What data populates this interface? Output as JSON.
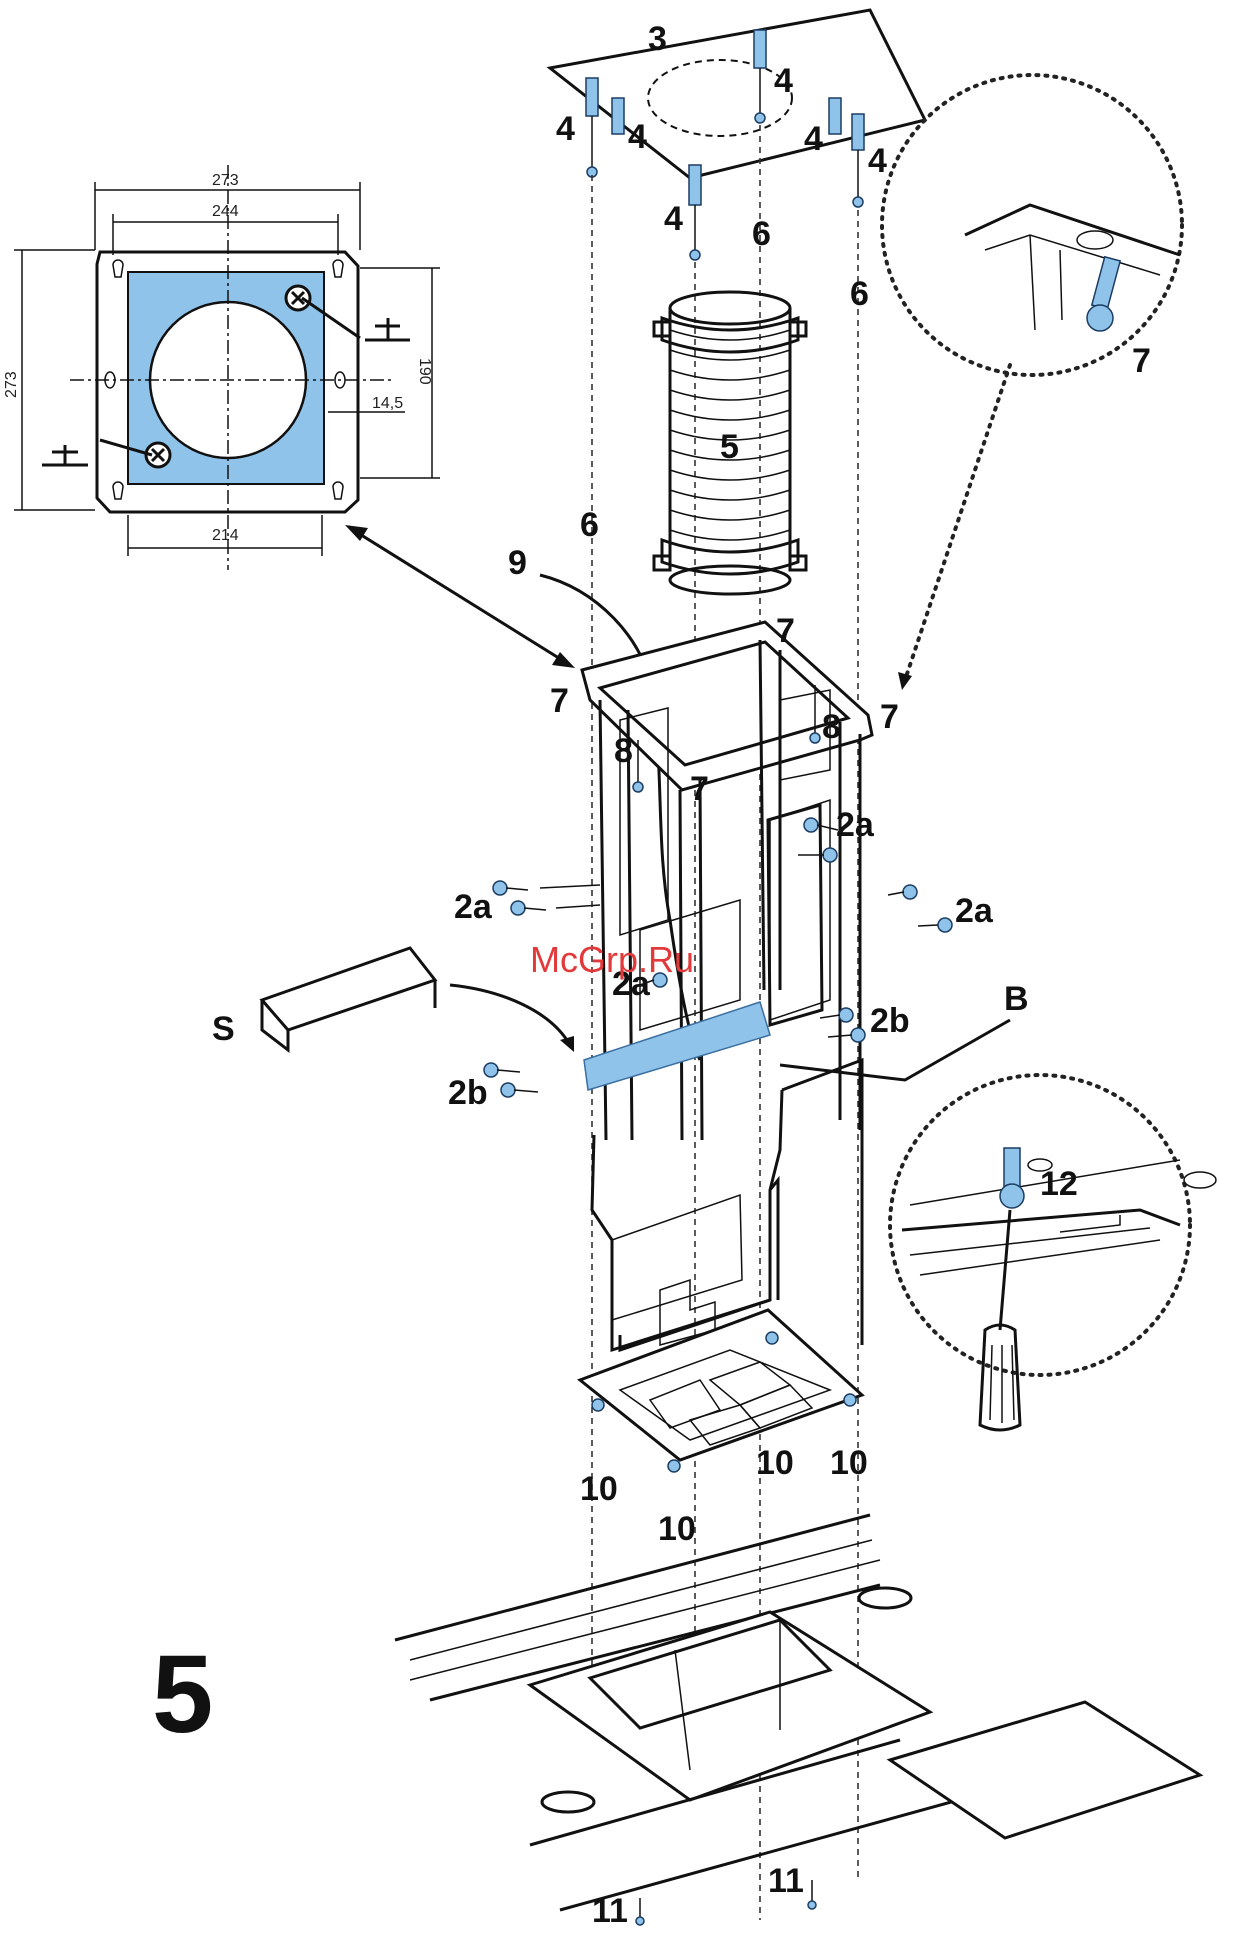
{
  "figure_number": "5",
  "watermark": "McGrp.Ru",
  "dimensions": {
    "outer_width": "273",
    "hole_spacing_width": "244",
    "outer_height": "273",
    "hole_spacing_height": "190",
    "hole_offset": "14,5",
    "bottom_width": "214"
  },
  "callouts": {
    "ceiling_plate": "3",
    "anchors": "4",
    "flex_duct": "5",
    "threaded_rods": "6",
    "bracket_screws": "7",
    "top_screws": "8",
    "cable": "9",
    "bottom_screws": "10",
    "hood_screws": "11",
    "detail_screw": "12",
    "side_screws_a": "2a",
    "side_screws_b": "2b",
    "band": "B",
    "cover": "S"
  },
  "colors": {
    "accent_blue": "#8fc3ea",
    "outline": "#111111",
    "watermark": "#e23a3a"
  }
}
